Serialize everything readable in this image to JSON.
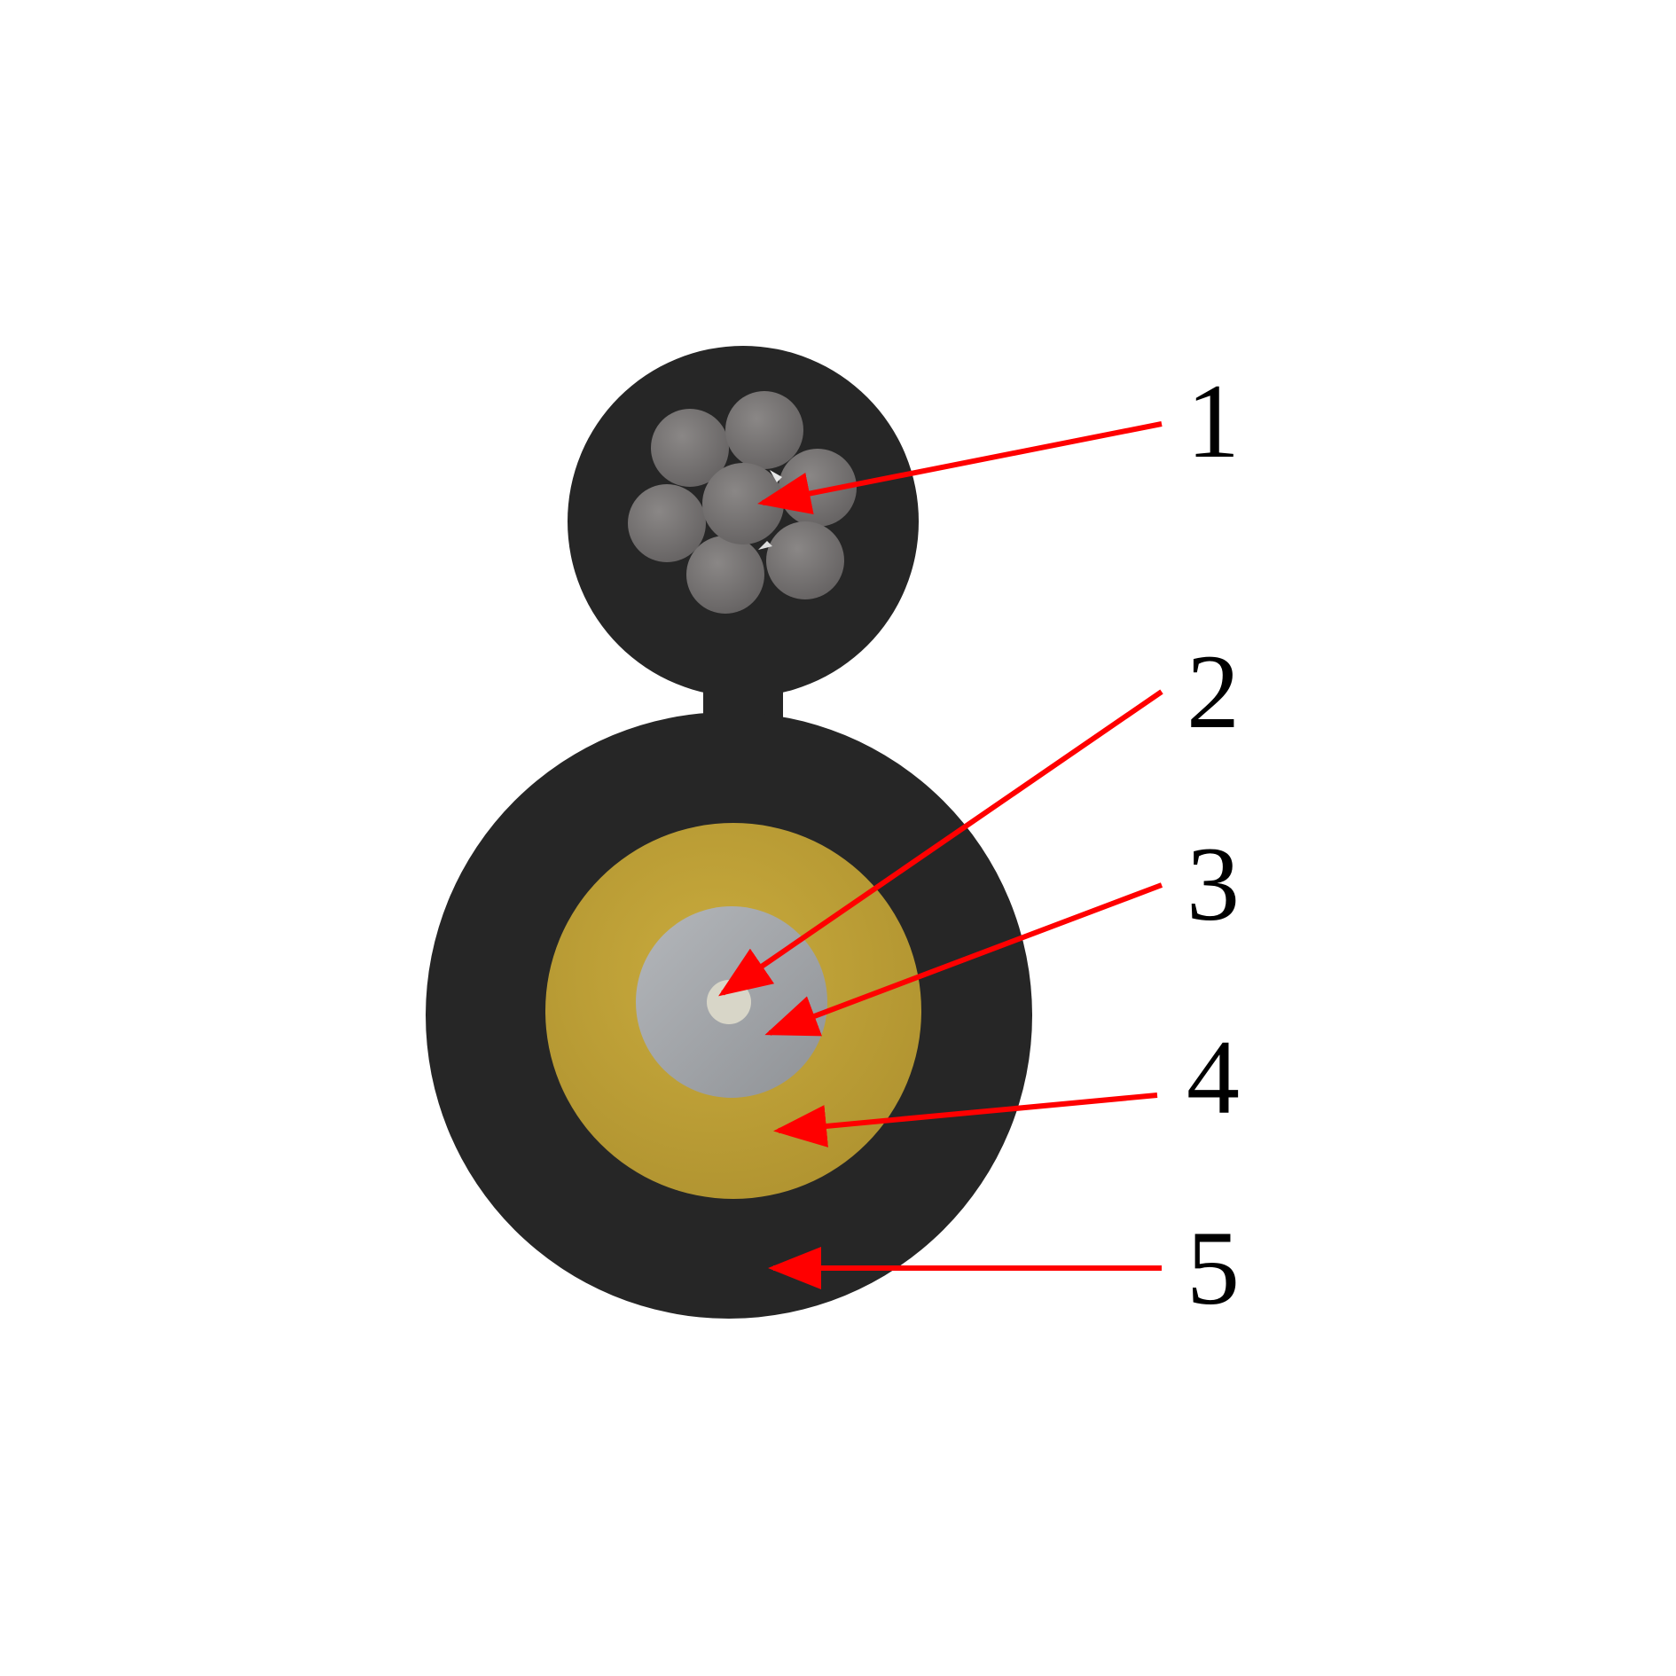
{
  "colors": {
    "background": "#ffffff",
    "sheath": "#262626",
    "messenger_strand": "#7a7776",
    "aramid_yarn": "#bfa033",
    "loose_tube": "#9fa2a6",
    "fiber": "#d8d6c8",
    "arrow": "#ff0000",
    "label_text": "#000000"
  },
  "callouts": [
    {
      "id": "callout-1",
      "label": "1"
    },
    {
      "id": "callout-2",
      "label": "2"
    },
    {
      "id": "callout-3",
      "label": "3"
    },
    {
      "id": "callout-4",
      "label": "4"
    },
    {
      "id": "callout-5",
      "label": "5"
    }
  ]
}
